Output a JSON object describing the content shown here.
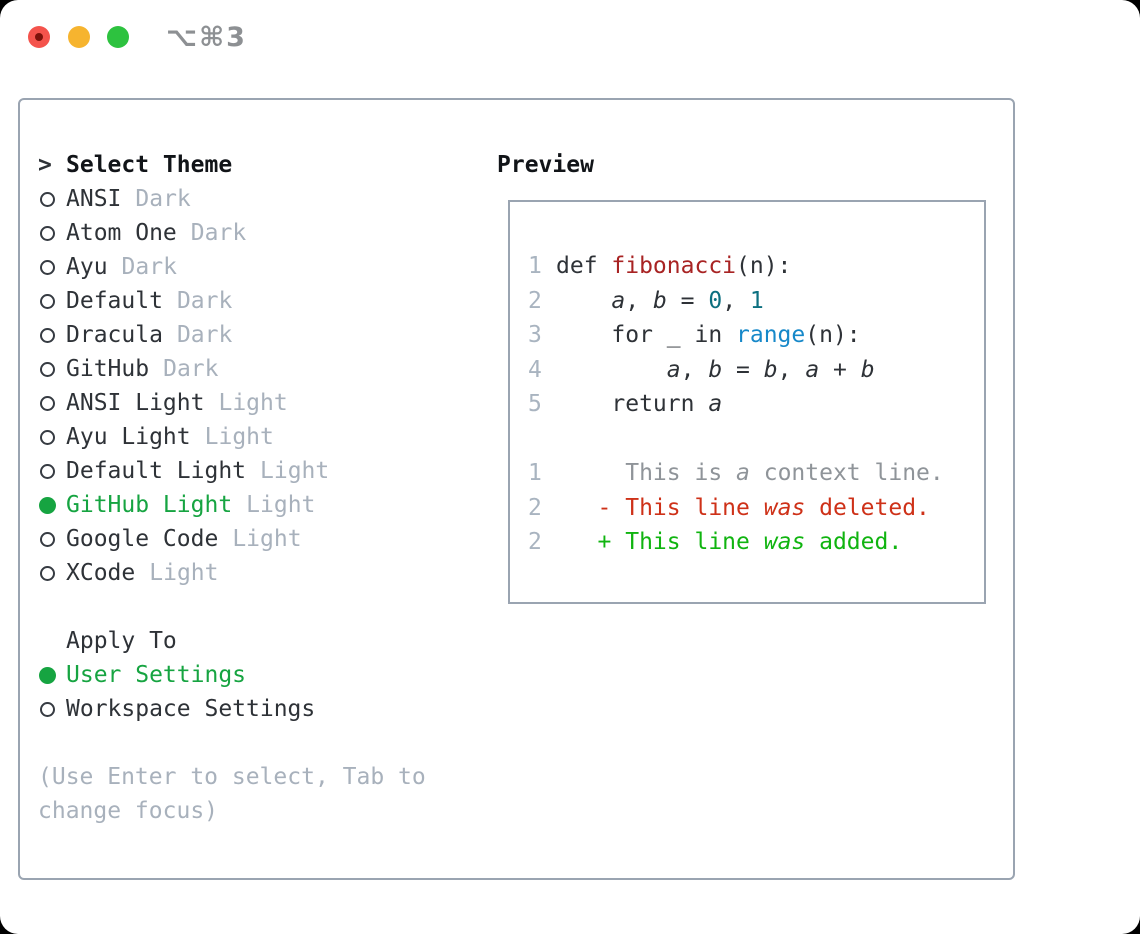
{
  "window": {
    "title": "⌥⌘3",
    "traffic_lights": [
      "close",
      "minimize",
      "zoom"
    ]
  },
  "picker": {
    "marker": ">",
    "title": "Select Theme",
    "themes": [
      {
        "name": "ANSI",
        "variant": "Dark",
        "selected": false
      },
      {
        "name": "Atom One",
        "variant": "Dark",
        "selected": false
      },
      {
        "name": "Ayu",
        "variant": "Dark",
        "selected": false
      },
      {
        "name": "Default",
        "variant": "Dark",
        "selected": false
      },
      {
        "name": "Dracula",
        "variant": "Dark",
        "selected": false
      },
      {
        "name": "GitHub",
        "variant": "Dark",
        "selected": false
      },
      {
        "name": "ANSI Light",
        "variant": "Light",
        "selected": false
      },
      {
        "name": "Ayu Light",
        "variant": "Light",
        "selected": false
      },
      {
        "name": "Default Light",
        "variant": "Light",
        "selected": false
      },
      {
        "name": "GitHub Light",
        "variant": "Light",
        "selected": true
      },
      {
        "name": "Google Code",
        "variant": "Light",
        "selected": false
      },
      {
        "name": "XCode",
        "variant": "Light",
        "selected": false
      }
    ]
  },
  "apply": {
    "title": "Apply To",
    "options": [
      {
        "name": "User Settings",
        "selected": true
      },
      {
        "name": "Workspace Settings",
        "selected": false
      }
    ]
  },
  "help": [
    "(Use Enter to select, Tab to",
    "change focus)"
  ],
  "preview": {
    "title": "Preview",
    "lines": [
      {
        "no": "1",
        "tokens": [
          {
            "t": "def ",
            "s": "plain"
          },
          {
            "t": "fibonacci",
            "s": "func"
          },
          {
            "t": "(n):",
            "s": "plain"
          }
        ]
      },
      {
        "no": "2",
        "tokens": [
          {
            "t": "    ",
            "s": "plain"
          },
          {
            "t": "a",
            "s": "var"
          },
          {
            "t": ", ",
            "s": "plain"
          },
          {
            "t": "b",
            "s": "var"
          },
          {
            "t": " = ",
            "s": "plain"
          },
          {
            "t": "0",
            "s": "num"
          },
          {
            "t": ", ",
            "s": "plain"
          },
          {
            "t": "1",
            "s": "num"
          }
        ]
      },
      {
        "no": "3",
        "tokens": [
          {
            "t": "    for _ in ",
            "s": "plain"
          },
          {
            "t": "range",
            "s": "builtin"
          },
          {
            "t": "(n):",
            "s": "plain"
          }
        ]
      },
      {
        "no": "4",
        "tokens": [
          {
            "t": "        ",
            "s": "plain"
          },
          {
            "t": "a",
            "s": "var"
          },
          {
            "t": ", ",
            "s": "plain"
          },
          {
            "t": "b",
            "s": "var"
          },
          {
            "t": " = ",
            "s": "plain"
          },
          {
            "t": "b",
            "s": "var"
          },
          {
            "t": ", ",
            "s": "plain"
          },
          {
            "t": "a",
            "s": "var"
          },
          {
            "t": " + ",
            "s": "plain"
          },
          {
            "t": "b",
            "s": "var"
          }
        ]
      },
      {
        "no": "5",
        "tokens": [
          {
            "t": "    return ",
            "s": "plain"
          },
          {
            "t": "a",
            "s": "var"
          }
        ]
      },
      {
        "no": "",
        "tokens": []
      },
      {
        "no": "1",
        "tokens": [
          {
            "t": "     This is ",
            "s": "ctx"
          },
          {
            "t": "a",
            "s": "ctx-italic"
          },
          {
            "t": " context line.",
            "s": "ctx"
          }
        ]
      },
      {
        "no": "2",
        "tokens": [
          {
            "t": "   - This line ",
            "s": "del"
          },
          {
            "t": "was",
            "s": "del-italic"
          },
          {
            "t": " deleted.",
            "s": "del"
          }
        ]
      },
      {
        "no": "2",
        "tokens": [
          {
            "t": "   + This line ",
            "s": "add"
          },
          {
            "t": "was",
            "s": "add-italic"
          },
          {
            "t": " added.",
            "s": "add"
          }
        ]
      }
    ]
  },
  "colors": {
    "selection_green": "#16a441",
    "added_green": "#10b410",
    "deleted_red": "#ce3118",
    "function_red": "#a82323",
    "builtin_blue": "#1688c9",
    "number_teal": "#0d7080",
    "muted_gray": "#a8b1bc",
    "lineno_gray": "#a9b4c0",
    "context_gray": "#8f9499",
    "text_dark": "#2e3237",
    "border_gray": "#9aa4b1",
    "traffic_red": "#f4534c",
    "traffic_red_dot": "#7c120b",
    "traffic_yellow": "#f6b42f",
    "traffic_green": "#2dc23f",
    "title_gray": "#8d9093"
  }
}
